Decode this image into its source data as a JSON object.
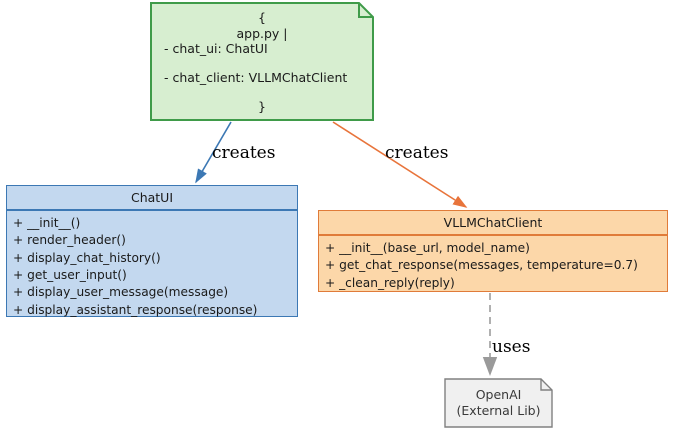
{
  "diagram": {
    "type": "uml-class-diagram",
    "background": "#ffffff",
    "colors": {
      "note_green_fill": "#d7eed0",
      "note_green_border": "#3f9b49",
      "class_blue_fill": "#c3d8ef",
      "class_blue_border": "#3c78b4",
      "class_orange_fill": "#fcd7a9",
      "class_orange_border": "#e07b39",
      "note_gray_fill": "#f0f0f0",
      "note_gray_border": "#808080",
      "arrow_blue": "#3c78b4",
      "arrow_orange": "#e8743b",
      "arrow_gray": "#a0a0a0"
    }
  },
  "app_note": {
    "line_open": "{",
    "line_title": "app.py |",
    "attr_chat_ui": "- chat_ui: ChatUI",
    "attr_chat_client": "- chat_client: VLLMChatClient",
    "line_close": "}"
  },
  "chatui_class": {
    "name": "ChatUI",
    "members": [
      "+ __init__()",
      "+ render_header()",
      "+ display_chat_history()",
      "+ get_user_input()",
      "+ display_user_message(message)",
      "+ display_assistant_response(response)"
    ]
  },
  "vllm_class": {
    "name": "VLLMChatClient",
    "members": [
      "+ __init__(base_url, model_name)",
      "+ get_chat_response(messages, temperature=0.7)",
      "+ _clean_reply(reply)"
    ]
  },
  "openai_note": {
    "line1": "OpenAI",
    "line2": "(External Lib)"
  },
  "edges": {
    "creates_left": "creates",
    "creates_right": "creates",
    "uses": "uses"
  }
}
